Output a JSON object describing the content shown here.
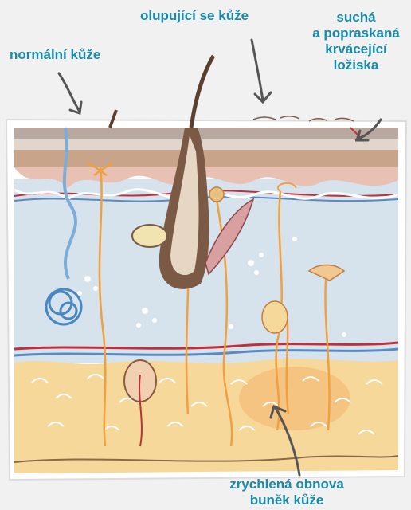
{
  "labels": {
    "normal_skin": "normální kůže",
    "peeling_skin": "olupující se kůže",
    "dry_cracked": [
      "suchá",
      "a popraskaná",
      "krvácející",
      "ložiska"
    ],
    "renewal": [
      "zrychlená obnova",
      "buněk kůže"
    ]
  },
  "colors": {
    "label": "#1a8aa8",
    "dermis": "#d6e2ec",
    "fat": "#f6d89a",
    "epidermis_top": "#c8a58a",
    "epidermis_pink": "#e8c0b4",
    "hair": "#5a4030",
    "nerve": "#f0a040",
    "vein_red": "#c0303a",
    "vein_blue": "#5a8ac0"
  }
}
